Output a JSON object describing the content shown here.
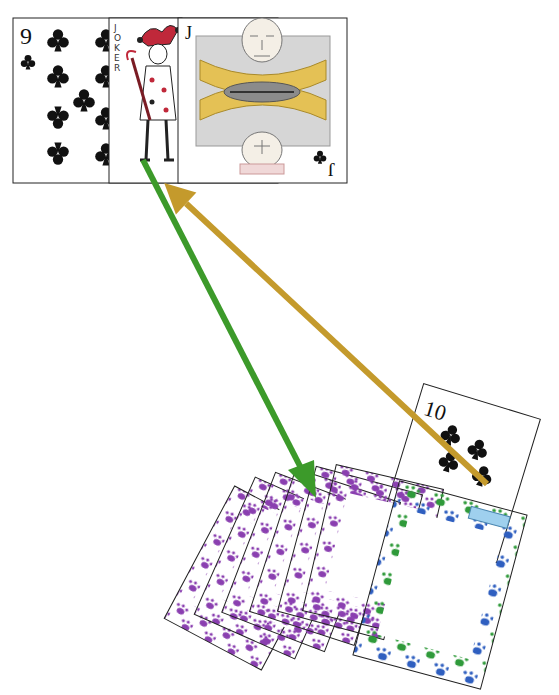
{
  "diagram": {
    "nodes": [
      {
        "text": [
          "9"
        ]
      },
      {
        "text": [
          "JOKER"
        ]
      },
      {
        "text": [
          "J",
          "J"
        ]
      },
      {
        "text": [
          "10"
        ]
      }
    ],
    "edges": [
      {
        "from": 3,
        "to": 1,
        "arrow": "to"
      }
    ]
  }
}
